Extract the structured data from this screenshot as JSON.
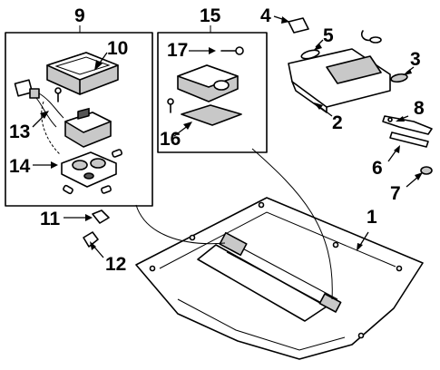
{
  "callouts": {
    "c1": "1",
    "c2": "2",
    "c3": "3",
    "c4": "4",
    "c5": "5",
    "c6": "6",
    "c7": "7",
    "c8": "8",
    "c9": "9",
    "c10": "10",
    "c11": "11",
    "c12": "12",
    "c13": "13",
    "c14": "14",
    "c15": "15",
    "c16": "16",
    "c17": "17"
  },
  "colors": {
    "line": "#000000",
    "shade": "#c8c8c8",
    "background": "#ffffff"
  }
}
